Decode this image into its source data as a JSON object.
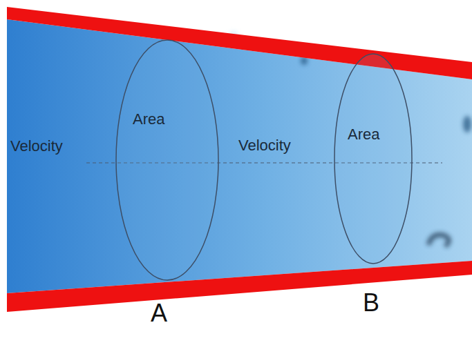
{
  "diagram": {
    "nodes": [
      {
        "text": [
          "Area"
        ]
      },
      {
        "text": [
          "Area"
        ]
      }
    ],
    "labels": [
      "Velocity",
      "Velocity",
      "A",
      "B"
    ]
  }
}
